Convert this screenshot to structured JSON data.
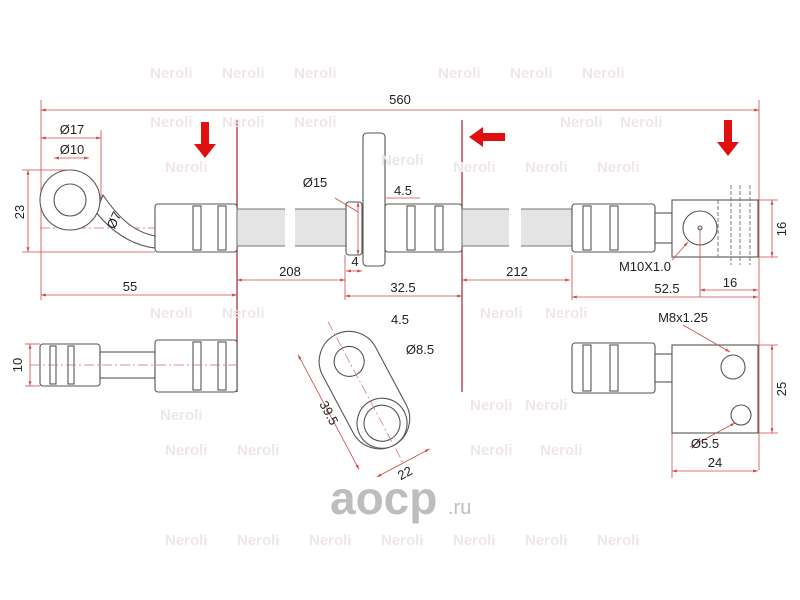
{
  "watermark": "Neroli",
  "logo": {
    "main": "aocp",
    ".ru": ".ru"
  },
  "dimensions": {
    "total_length": "560",
    "eye_outer": "Ø17",
    "eye_inner": "Ø10",
    "eye_height": "23",
    "bend_dia": "Ø7",
    "collar_dia": "Ø15",
    "collar_w": "4",
    "bracket_offset": "4.5",
    "left_len": "55",
    "hose1": "208",
    "mid_len": "32.5",
    "hose2": "212",
    "right_len": "52.5",
    "block_w": "16",
    "block_h": "16",
    "thread1": "M10X1.0",
    "fitting_dia": "10",
    "plate_off": "4.5",
    "plate_hole": "Ø8.5",
    "plate_len": "39.5",
    "plate_w": "22",
    "thread2": "M8x1.25",
    "block2_h": "25",
    "hole2": "Ø5.5",
    "block2_w": "24"
  },
  "colors": {
    "dim": "#d04848",
    "arrow": "#e01010"
  }
}
